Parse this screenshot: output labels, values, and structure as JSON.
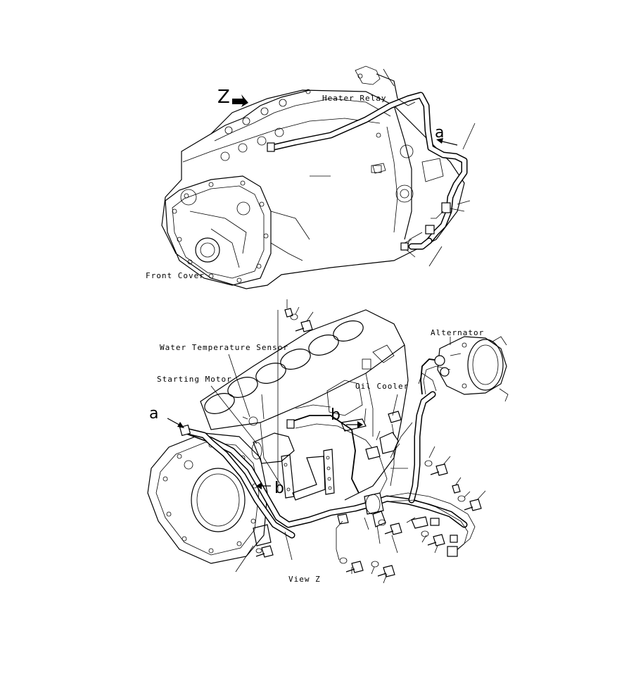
{
  "labels": {
    "heater_relay": "Heater Relay",
    "front_cover": "Front Cover",
    "view_z_marker": "Z",
    "ref_a_top": "a",
    "alternator": "Alternator",
    "water_temperature_sensor": "Water Temperature Sensor",
    "starting_motor": "Starting Motor",
    "oil_cooler": "Oil Cooler",
    "ref_a_bottom": "a",
    "ref_b_upper": "b",
    "ref_b_lower": "b",
    "view_z_caption": "View Z"
  }
}
